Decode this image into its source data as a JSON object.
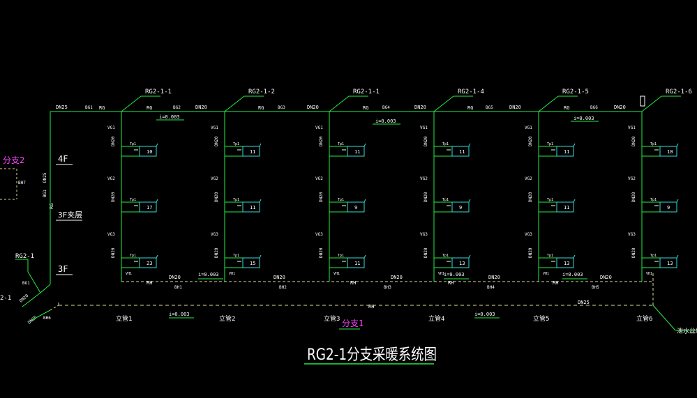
{
  "colors": {
    "background": "#000000",
    "pipe": "#22ee44",
    "text": "#ffffff",
    "radiator": "#33dddd",
    "accent": "#ff44ff",
    "return_dashed": "#dddd99",
    "slope_arrow": "#22ee44"
  },
  "title": "RG2-1分支采暖系统图",
  "branch_labels": [
    "RG2-1-1",
    "RG2-1-2",
    "RG2-1-1",
    "RG2-1-4",
    "RG2-1-5",
    "RG2-1-6"
  ],
  "riser_labels": [
    "立管1",
    "立管2",
    "立管3",
    "立管4",
    "立管5",
    "立管6"
  ],
  "floor_labels": {
    "f4": "4F",
    "f3m": "3F夹层",
    "f3": "3F"
  },
  "left_labels": {
    "branch": "分支2",
    "rg21a": "RG2-1",
    "rg21b": "2-1"
  },
  "center_label": "分支1",
  "drain_label": "泄水丝堵",
  "supply_pipe": {
    "label": "RG",
    "segment_sizes": [
      "DN25",
      "DN20",
      "DN20",
      "DN20",
      "DN20",
      "DN20"
    ],
    "segment_codes": [
      "BG1",
      "BG2",
      "BG3",
      "BG4",
      "BG5",
      "BG6"
    ],
    "slopes": [
      "i=0.003",
      "i=0.003",
      "i=0.003"
    ]
  },
  "return_pipe": {
    "label": "RH",
    "segment_sizes": [
      "DN20",
      "DN20",
      "DN20",
      "DN20",
      "DN20"
    ],
    "segment_codes": [
      "BH1",
      "BH2",
      "BH3",
      "BH4",
      "BH5"
    ],
    "slopes": [
      "i=0.003",
      "i=0.003",
      "i=0.003"
    ]
  },
  "main_return": {
    "label": "RH",
    "size": "DN25",
    "slopes": [
      "i=0.003",
      "i=0.003"
    ]
  },
  "riser_main": {
    "size": "DN25",
    "code": "BG1",
    "label": "RG"
  },
  "riser_pipe": {
    "size": "DN20",
    "codes": [
      "VG1",
      "VG2",
      "VG3"
    ],
    "return_code": "VH1"
  },
  "radiator_counts": [
    [
      "10",
      "17",
      "23"
    ],
    [
      "11",
      "11",
      "15"
    ],
    [
      "11",
      "9",
      "11"
    ],
    [
      "11",
      "9",
      "13"
    ],
    [
      "11",
      "11",
      "13"
    ],
    [
      "10",
      "9",
      "13"
    ]
  ],
  "valve_tag": "Tp1",
  "misc": {
    "bh_left": "BH7",
    "bg_left": "BG1",
    "dn20_left": "DN20",
    "dn25_left": "DN25",
    "bh6": "BH6"
  }
}
